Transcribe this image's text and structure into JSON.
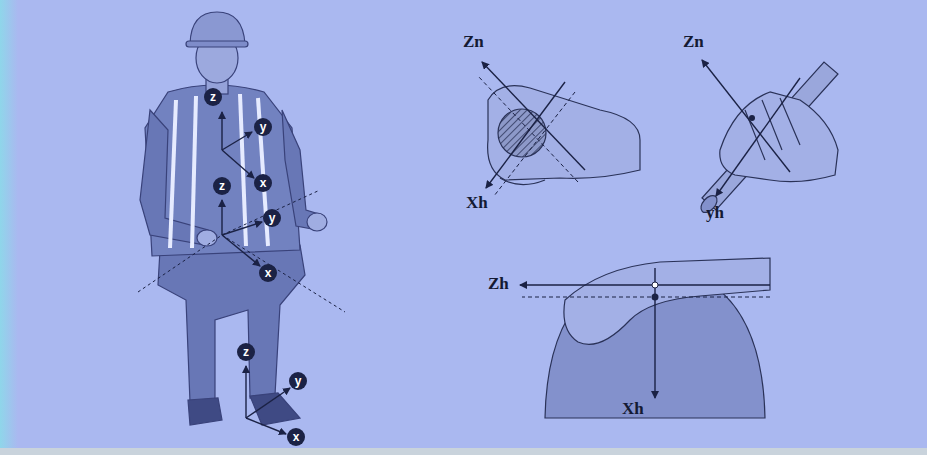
{
  "diagram": {
    "nodes": [
      {
        "text": [
          "z"
        ]
      },
      {
        "text": [
          "y"
        ]
      },
      {
        "text": [
          "x"
        ]
      },
      {
        "text": [
          "z"
        ]
      },
      {
        "text": [
          "y"
        ]
      },
      {
        "text": [
          "x"
        ]
      },
      {
        "text": [
          "z"
        ]
      },
      {
        "text": [
          "y"
        ]
      },
      {
        "text": [
          "x"
        ]
      }
    ],
    "labels": [
      "Zn",
      "Xh",
      "Zn",
      "yh",
      "Zh",
      "Xh"
    ]
  }
}
